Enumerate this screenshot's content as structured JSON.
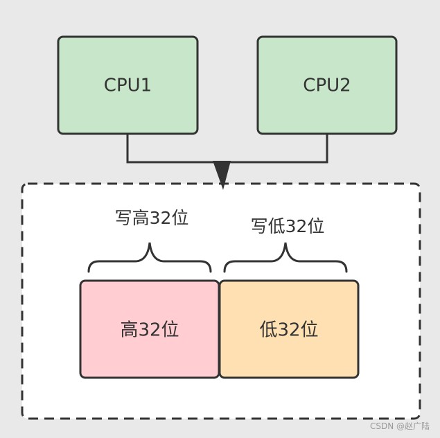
{
  "nodes": {
    "cpu1": {
      "label": "CPU1",
      "fill": "#c8e6c9"
    },
    "cpu2": {
      "label": "CPU2",
      "fill": "#c8e6c9"
    },
    "high": {
      "label": "高32位",
      "fill": "#ffcdd2"
    },
    "low": {
      "label": "低32位",
      "fill": "#ffe0b2"
    }
  },
  "braces": {
    "write_high": "写高32位",
    "write_low": "写低32位"
  },
  "watermark": "CSDN @赵广陆",
  "colors": {
    "background": "#e9e9e9",
    "stroke": "#333333",
    "container_fill": "#ffffff"
  }
}
